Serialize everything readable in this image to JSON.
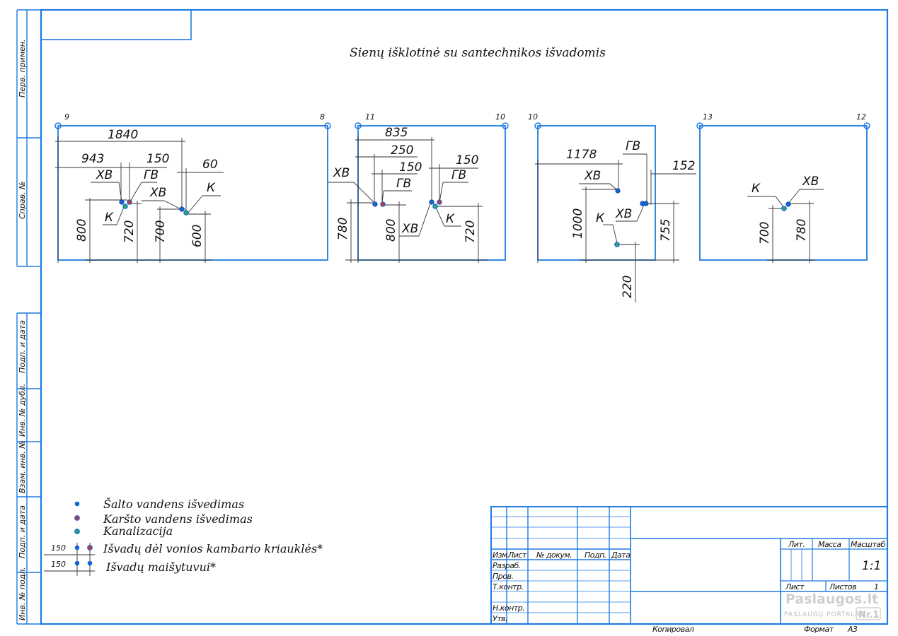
{
  "title": "Sienų išklotinė su santechnikos išvadomis",
  "side_labels": [
    "Перв. примен.",
    "Справ. №",
    "Подп. и дата",
    "Инв. № дубл.",
    "Взам. инв. №",
    "Подп. и дата",
    "Инв. № подл."
  ],
  "walls": [
    {
      "corner_left": "9",
      "corner_right": "8",
      "dims": {
        "d1840": "1840",
        "d943": "943",
        "d150": "150",
        "d60": "60",
        "d800": "800",
        "d720": "720",
        "d700": "700",
        "d600": "600"
      },
      "labels": {
        "xv1": "ХВ",
        "gv1": "ГВ",
        "xv2": "ХВ",
        "k1": "К",
        "k2": "К"
      }
    },
    {
      "corner_left": "11",
      "corner_right": "10",
      "dims": {
        "d835": "835",
        "d250": "250",
        "d150a": "150",
        "d150b": "150",
        "d780": "780",
        "d800": "800",
        "d720": "720"
      },
      "labels": {
        "xv1": "ХВ",
        "gv1": "ГВ",
        "gv2": "ГВ",
        "xv2": "ХВ",
        "k1": "К"
      }
    },
    {
      "corner_left": "10",
      "dims": {
        "d1178": "1178",
        "d152": "152",
        "d1000": "1000",
        "d755": "755",
        "d220": "220"
      },
      "labels": {
        "gv1": "ГВ",
        "xv1": "ХВ",
        "xv2": "ХВ",
        "k1": "К"
      }
    },
    {
      "corner_left": "13",
      "corner_right": "12",
      "dims": {
        "d700": "700",
        "d780": "780"
      },
      "labels": {
        "k1": "К",
        "xv1": "ХВ"
      }
    }
  ],
  "legend": {
    "items": [
      {
        "text": "Šalto vandens išvedimas",
        "color": "#1565d8"
      },
      {
        "text": "Karšto vandens išvedimas",
        "color": "#c23a3a"
      },
      {
        "text": "Kanalizacija",
        "color": "#2aa870"
      }
    ],
    "pairs": [
      {
        "dim": "150",
        "text": "Išvadų dėl vonios kambario kriauklės*"
      },
      {
        "dim": "150",
        "text": "Išvadų maišytuvui*"
      }
    ]
  },
  "title_block": {
    "headers": [
      "Изм.",
      "Лист",
      "№ докум.",
      "Подп.",
      "Дата"
    ],
    "rows": [
      "Разраб.",
      "Пров.",
      "Т.контр.",
      "Н.контр.",
      "Утв."
    ],
    "lit_label": "Лит.",
    "mass_label": "Масса",
    "scale_label": "Масштаб",
    "scale_value": "1:1",
    "sheet_label": "Лист",
    "sheets_label": "Листов",
    "sheets_value": "1"
  },
  "footer": {
    "copied": "Копировал",
    "format_label": "Формат",
    "format_value": "А3"
  },
  "watermark": {
    "name": "Paslaugos.lt",
    "tag": "PASLAUGŲ PORTALAS",
    "rank": "Nr.1"
  }
}
